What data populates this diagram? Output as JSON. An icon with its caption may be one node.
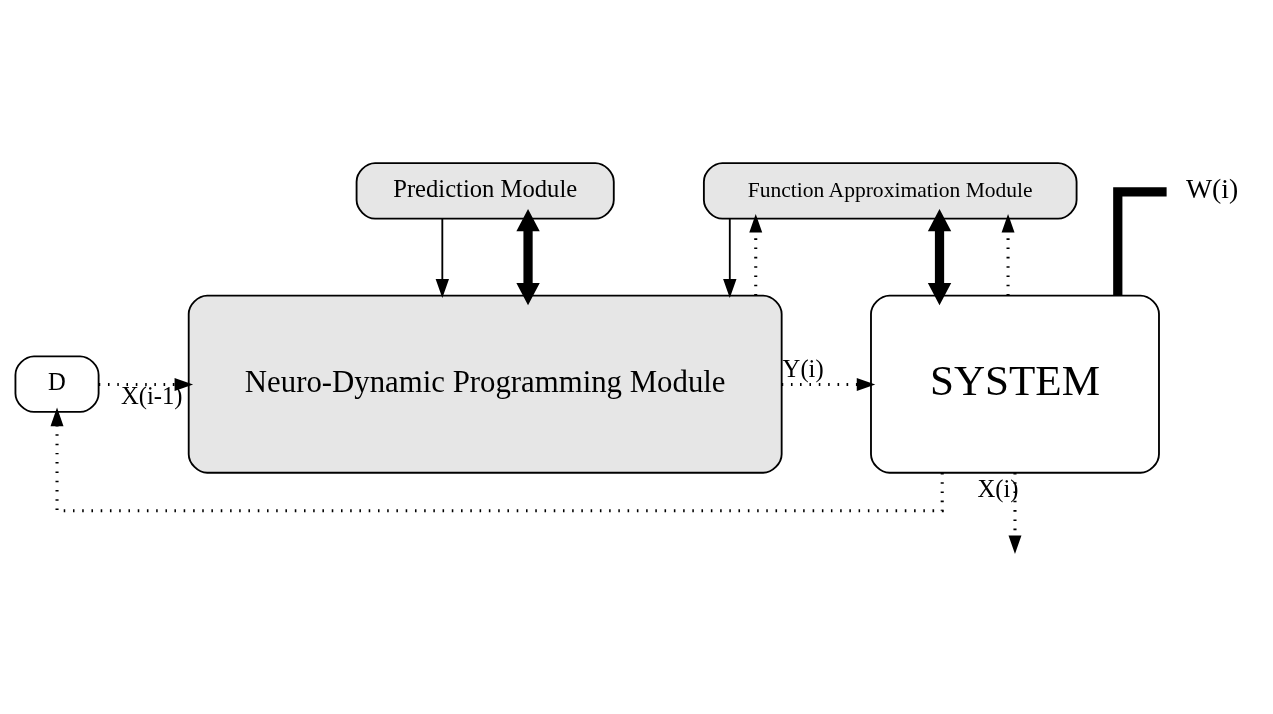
{
  "diagram": {
    "nodes": [
      {
        "text": [
          "Prediction Module"
        ]
      },
      {
        "text": [
          "Function Approximation Module"
        ]
      },
      {
        "text": [
          "Neuro-Dynamic Programming Module"
        ]
      },
      {
        "text": [
          "SYSTEM"
        ]
      },
      {
        "text": [
          "D"
        ]
      },
      {
        "text": [
          "W(i)"
        ]
      }
    ],
    "edges": [
      {
        "from": 0,
        "to": 2,
        "arrow": "to"
      },
      {
        "from": 0,
        "to": 2,
        "arrow": "both",
        "style": "thick"
      },
      {
        "from": 1,
        "to": 2,
        "arrow": "to"
      },
      {
        "from": 1,
        "to": 3,
        "arrow": "both",
        "style": "thick"
      },
      {
        "from": 5,
        "to": 3,
        "arrow": "none",
        "style": "thick"
      },
      {
        "from": 4,
        "to": 2,
        "arrow": "to",
        "style": "dashed",
        "label": "X(i-1)"
      },
      {
        "from": 2,
        "to": 3,
        "arrow": "to",
        "style": "dashed",
        "label": "Y(i)"
      },
      {
        "from": 2,
        "to": 1,
        "arrow": "to",
        "style": "dashed"
      },
      {
        "from": 3,
        "to": null,
        "arrow": "to",
        "style": "dashed",
        "label": "X(i)"
      },
      {
        "from": 3,
        "to": 1,
        "arrow": "to",
        "style": "dashed"
      },
      {
        "from": 3,
        "to": 4,
        "arrow": "to",
        "style": "dashed"
      }
    ]
  }
}
